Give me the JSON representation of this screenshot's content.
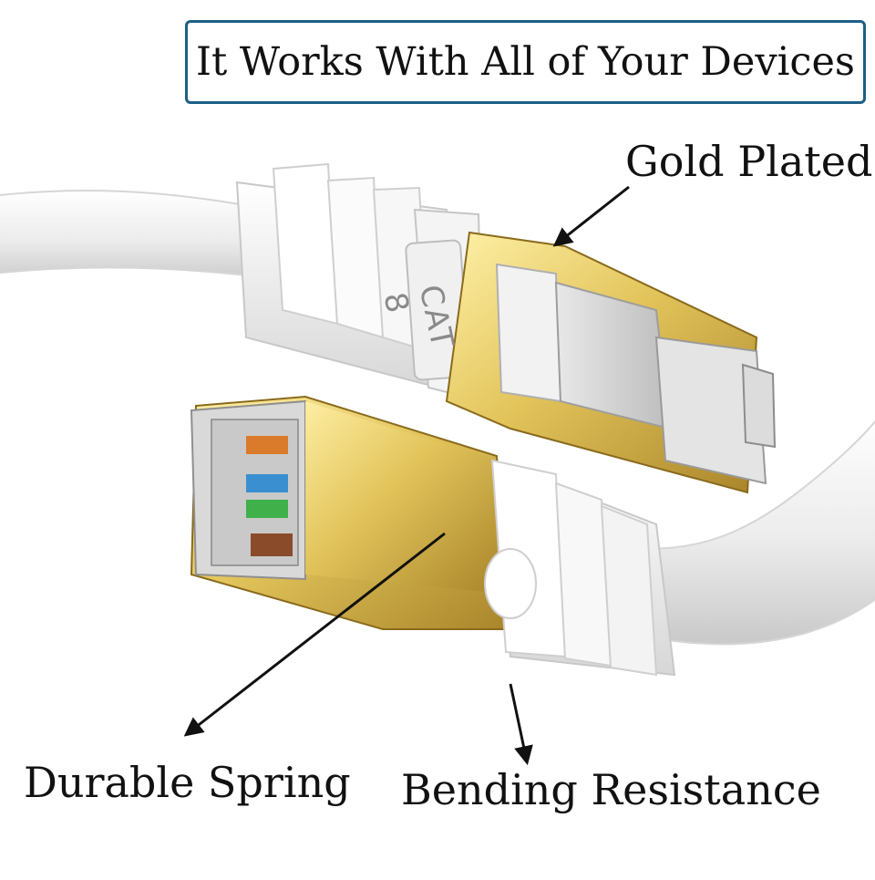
{
  "headline": "It Works With All of Your Devices",
  "callouts": {
    "gold_plated": "Gold Plated",
    "durable_spring": "Durable Spring",
    "bending_resistance": "Bending Resistance"
  },
  "connector_marking": "CAT 8",
  "colors": {
    "frame_border": "#1d5f86",
    "cable": "#f2f2f2",
    "gold": "#d8b84a",
    "text": "#111111"
  }
}
